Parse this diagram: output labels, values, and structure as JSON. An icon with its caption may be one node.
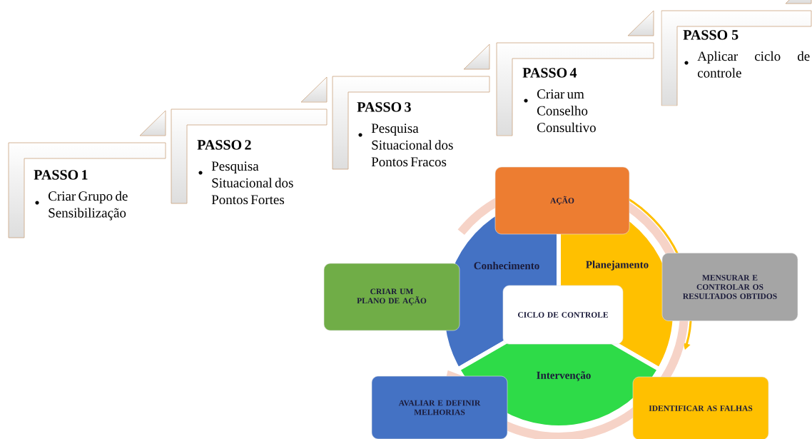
{
  "diagram": {
    "nodes": [
      {
        "text": [
          "PASSO 1",
          "Criar Grupo de Sensibilização"
        ]
      },
      {
        "text": [
          "PASSO 2",
          "Pesquisa Situacional dos Pontos Fortes"
        ]
      },
      {
        "text": [
          "PASSO 3",
          "Pesquisa Situacional dos Pontos Fracos"
        ]
      },
      {
        "text": [
          "PASSO 4",
          "Criar um Conselho Consultivo"
        ]
      },
      {
        "text": [
          "PASSO 5",
          "Aplicar ciclo de controle"
        ]
      },
      {
        "text": [
          "AÇÃO"
        ]
      },
      {
        "text": [
          "Conhecimento"
        ]
      },
      {
        "text": [
          "Planejamento"
        ]
      },
      {
        "text": [
          "MENSURAR E CONTROLAR OS RESULTADOS OBTIDOS"
        ]
      },
      {
        "text": [
          "CRIAR UM PLANO DE AÇÃO"
        ]
      },
      {
        "text": [
          "CICLO DE CONTROLE"
        ]
      },
      {
        "text": [
          "Intervenção"
        ]
      },
      {
        "text": [
          "AVALIAR E DEFINIR MELHORIAS"
        ]
      },
      {
        "text": [
          "IDENTIFICAR AS FALHAS"
        ]
      }
    ]
  }
}
